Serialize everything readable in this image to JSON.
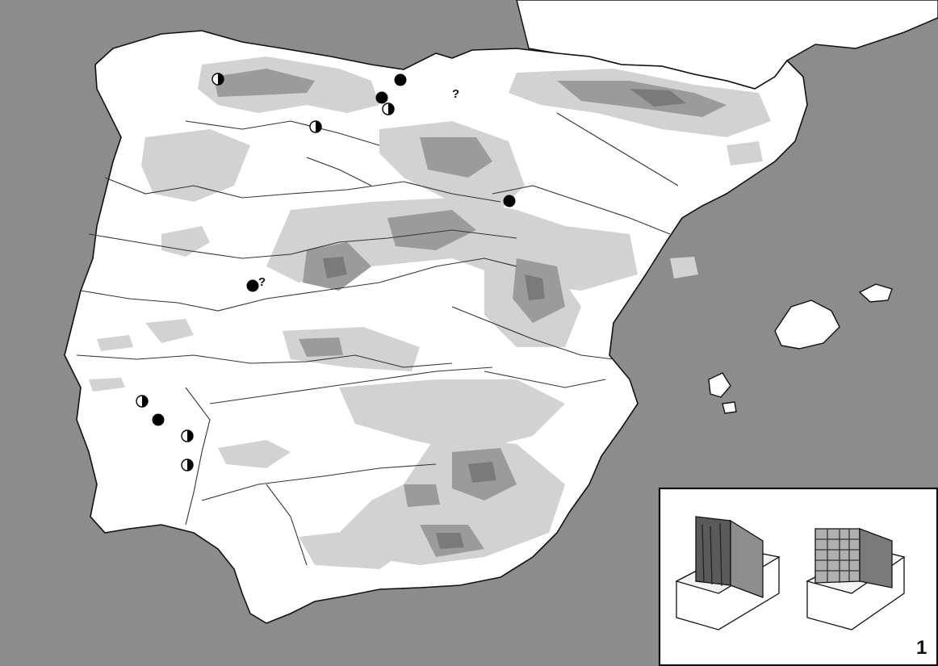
{
  "colors": {
    "sea": "#8c8c8c",
    "land": "#ffffff",
    "highland": "#d2d2d2",
    "mountain": "#9b9b9b",
    "peak": "#7a7a7a",
    "border": "#111111",
    "river": "#333333"
  },
  "legend_symbols": {
    "full_site": "filled-circle",
    "half_site": "half-filled-circle",
    "uncertain": "?"
  },
  "sites": [
    {
      "id": "galicia-west",
      "type": "half"
    },
    {
      "id": "cantabria-coast",
      "type": "full"
    },
    {
      "id": "cantabria-inland-1",
      "type": "full"
    },
    {
      "id": "cantabria-inland-2",
      "type": "half"
    },
    {
      "id": "leon-plain",
      "type": "half"
    },
    {
      "id": "ebro-valley",
      "type": "full"
    },
    {
      "id": "central-west",
      "type": "full",
      "uncertain": true
    },
    {
      "id": "alentejo-1",
      "type": "half"
    },
    {
      "id": "alentejo-2",
      "type": "full"
    },
    {
      "id": "guadiana-1",
      "type": "half"
    },
    {
      "id": "guadiana-2",
      "type": "half"
    }
  ],
  "extra_marks": [
    {
      "id": "basque-uncertain",
      "label": "?"
    }
  ],
  "inset": {
    "number": "1"
  }
}
